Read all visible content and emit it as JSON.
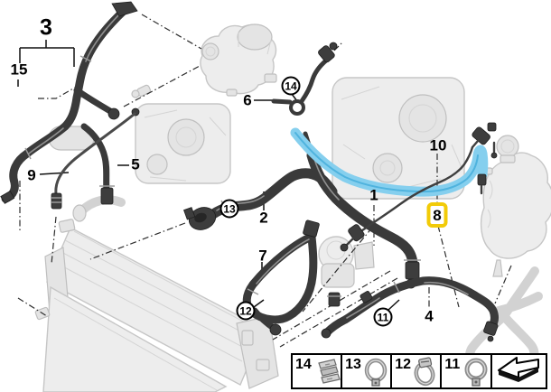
{
  "diagram": {
    "name": "cooling-system-coolant-hoses-diagram",
    "colors": {
      "background": "#ffffff",
      "highlight_box": "#f2cb08",
      "highlighted_hose": "#85cfee",
      "hose_dark": "#3a3a3a",
      "ghost_part": "#ededed"
    },
    "callouts": [
      {
        "label": "3",
        "type": "plain"
      },
      {
        "label": "15",
        "type": "plain"
      },
      {
        "label": "9",
        "type": "plain"
      },
      {
        "label": "5",
        "type": "plain"
      },
      {
        "label": "6",
        "type": "plain"
      },
      {
        "label": "14",
        "type": "circled"
      },
      {
        "label": "13",
        "type": "circled"
      },
      {
        "label": "2",
        "type": "plain"
      },
      {
        "label": "1",
        "type": "plain"
      },
      {
        "label": "10",
        "type": "plain"
      },
      {
        "label": "8",
        "type": "highlighted"
      },
      {
        "label": "7",
        "type": "plain"
      },
      {
        "label": "12",
        "type": "circled"
      },
      {
        "label": "11",
        "type": "circled"
      },
      {
        "label": "4",
        "type": "plain"
      }
    ],
    "legend": {
      "items": [
        {
          "label": "14",
          "icon": "spring-clip-clamp-icon"
        },
        {
          "label": "13",
          "icon": "hose-clamp-icon"
        },
        {
          "label": "12",
          "icon": "screw-clamp-icon"
        },
        {
          "label": "11",
          "icon": "ring-clamp-icon"
        }
      ],
      "arrow_icon": "view-direction-arrow-icon"
    }
  }
}
